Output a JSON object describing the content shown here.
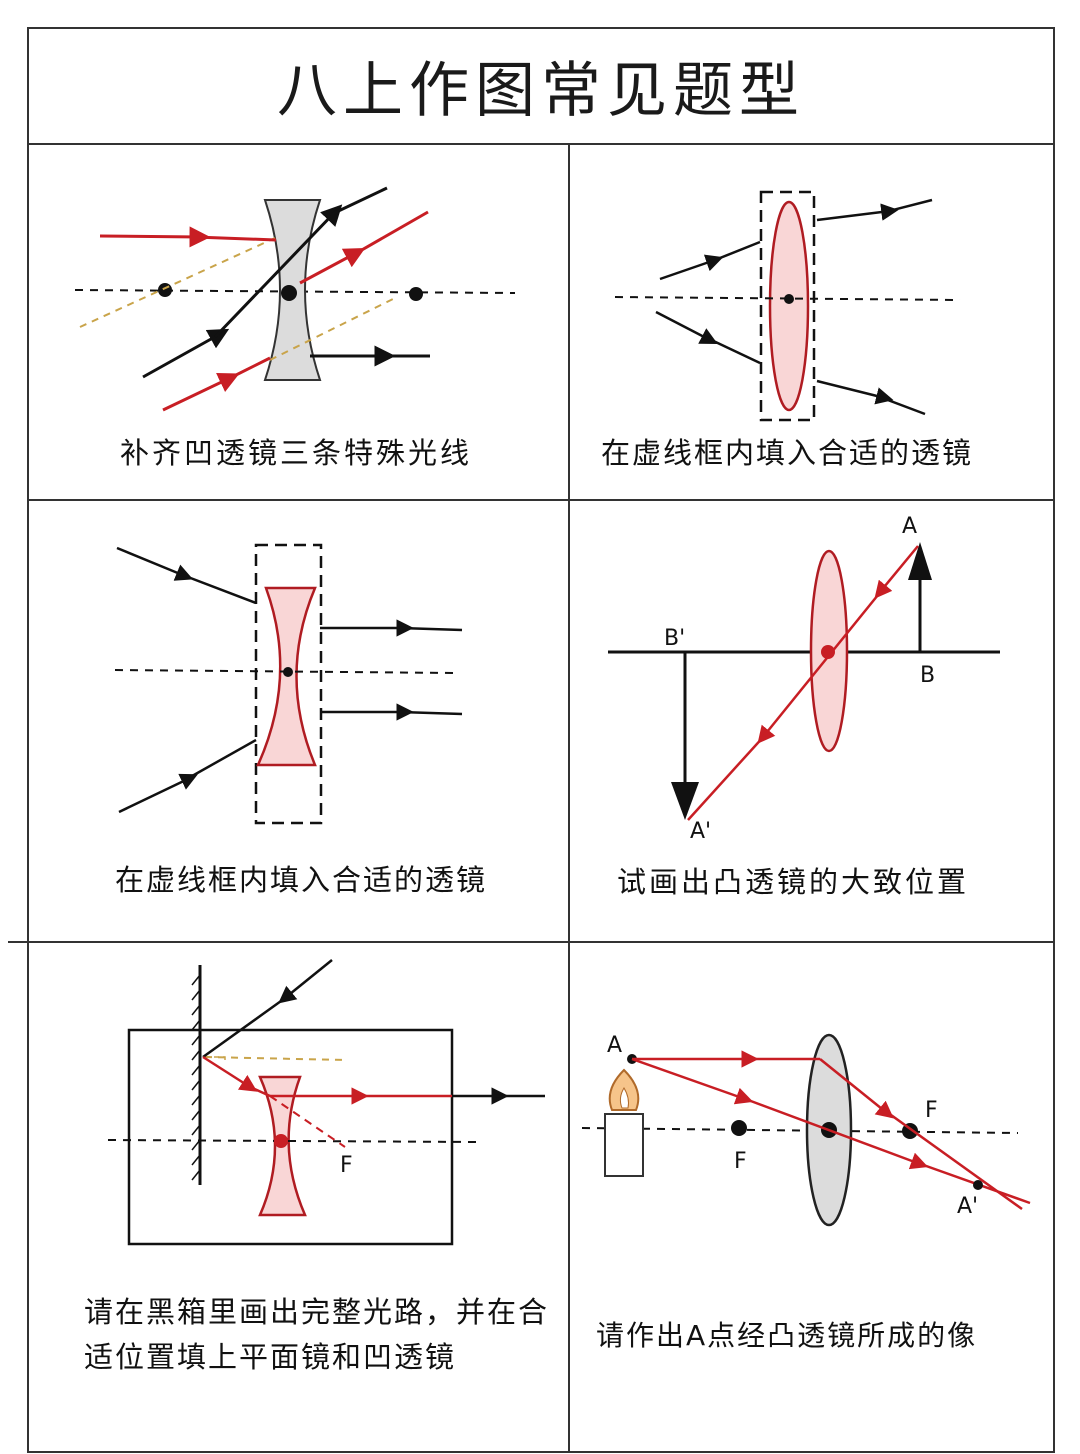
{
  "page": {
    "title": "八上作图常见题型"
  },
  "panels": [
    {
      "caption": "补齐凹透镜三条特殊光线"
    },
    {
      "caption": "在虚线框内填入合适的透镜"
    },
    {
      "caption": "在虚线框内填入合适的透镜"
    },
    {
      "caption": "试画出凸透镜的大致位置",
      "labels": {
        "A": "A",
        "B": "B",
        "B_prime": "B'",
        "A_prime": "A'"
      }
    },
    {
      "caption": "请在黑箱里画出完整光路，并在合适位置填上平面镜和凹透镜",
      "labels": {
        "F": "F"
      }
    },
    {
      "caption": "请作出A点经凸透镜所成的像",
      "labels": {
        "A": "A",
        "F_left": "F",
        "F_right": "F",
        "A_prime": "A'"
      }
    }
  ],
  "colors": {
    "red": "#c81e24",
    "black": "#111111",
    "dashed_gold": "#c9a44a",
    "lens_pink": "#f9d6d6",
    "lens_gray": "#d9d9d9"
  }
}
